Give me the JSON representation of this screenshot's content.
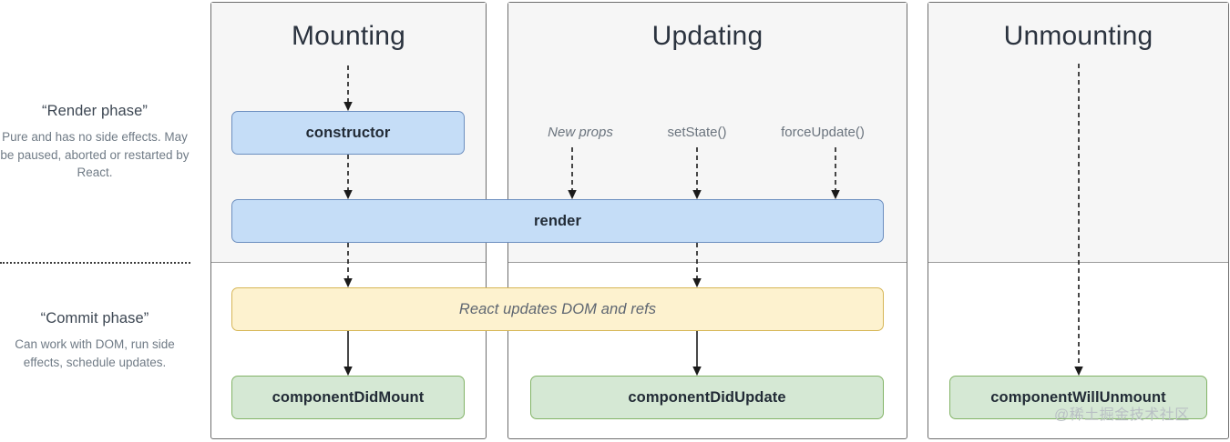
{
  "legend": {
    "render": {
      "title": "“Render phase”",
      "body": "Pure and has no side effects. May be paused, aborted or restarted by React."
    },
    "commit": {
      "title": "“Commit phase”",
      "body": "Can work with DOM, run side effects, schedule updates."
    }
  },
  "columns": {
    "mounting": {
      "title": "Mounting"
    },
    "updating": {
      "title": "Updating"
    },
    "unmounting": {
      "title": "Unmounting"
    }
  },
  "nodes": {
    "constructor": "constructor",
    "render": "render",
    "commit": "React updates DOM and refs",
    "did_mount": "componentDidMount",
    "did_update": "componentDidUpdate",
    "will_unmount": "componentWillUnmount"
  },
  "triggers": {
    "new_props": "New props",
    "set_state": "setState()",
    "force_update": "forceUpdate()"
  },
  "watermark": "@稀土掘金技术社区",
  "colors": {
    "blue_fill": "#c5ddf7",
    "blue_stroke": "#6c8ebf",
    "green_fill": "#d5e8d4",
    "green_stroke": "#82b366",
    "amber_fill": "#fdf2cf",
    "amber_stroke": "#d6b656",
    "band_fill": "#f6f6f6",
    "column_stroke": "#6d6d6d",
    "text_dark": "#2b333f",
    "text_muted": "#707b86"
  }
}
